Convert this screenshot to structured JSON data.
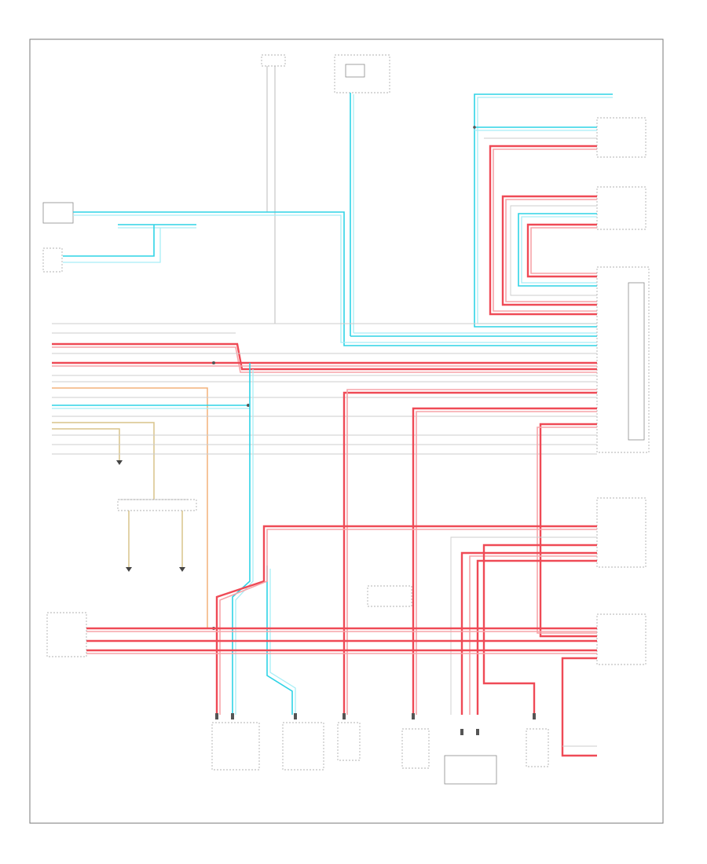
{
  "figure_id": "",
  "colors": {
    "red": "#ef4a56",
    "light_red": "#f7a3a8",
    "cyan": "#2fd3e6",
    "light_cyan": "#a8eef6",
    "gray": "#aaaaaa",
    "orange": "#f3b27a",
    "tan": "#d8c48a"
  },
  "icons": [
    "ground-symbol",
    "connector-pin",
    "splice-dot"
  ]
}
